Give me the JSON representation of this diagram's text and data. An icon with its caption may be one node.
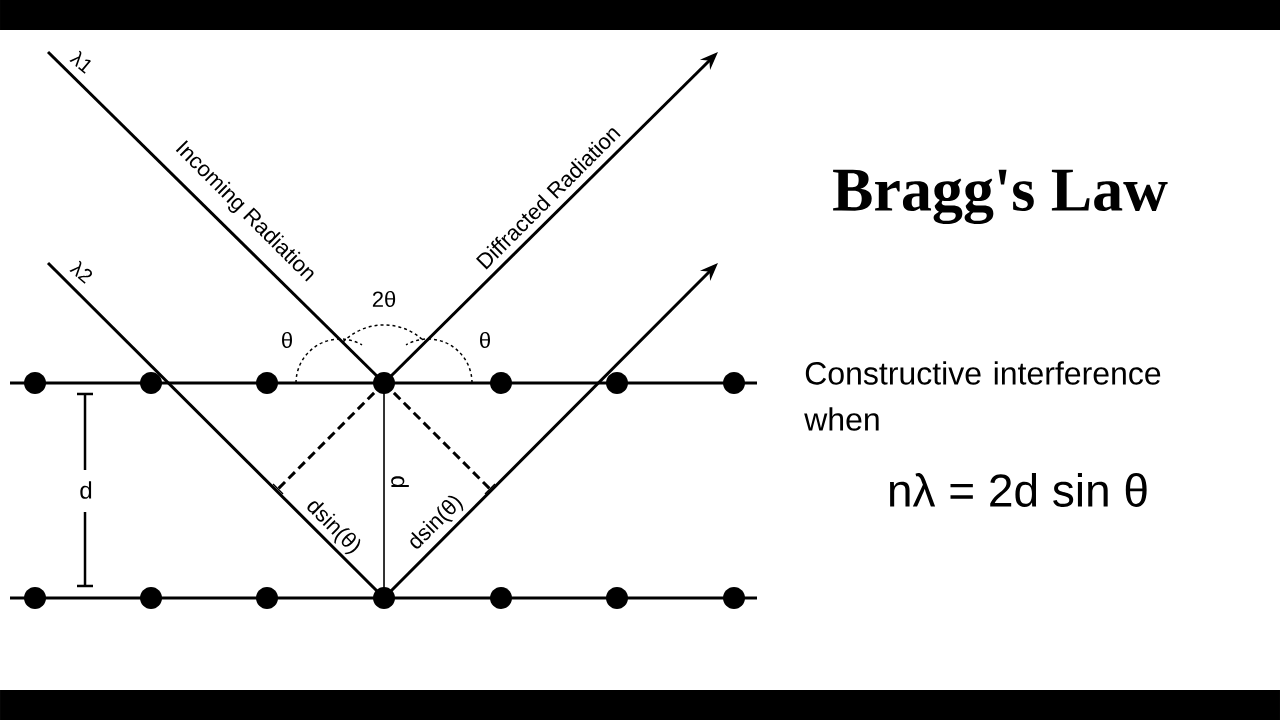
{
  "diagram": {
    "title": "Bragg's Law",
    "labels": [
      "λ1",
      "Incoming Radiation",
      "Diffracted Radiation",
      "λ2",
      "2θ",
      "θ",
      "θ",
      "Constructive interference when",
      "d",
      "d",
      "dsin(θ)",
      "dsin(θ)",
      "nλ = 2d sin θ"
    ]
  }
}
